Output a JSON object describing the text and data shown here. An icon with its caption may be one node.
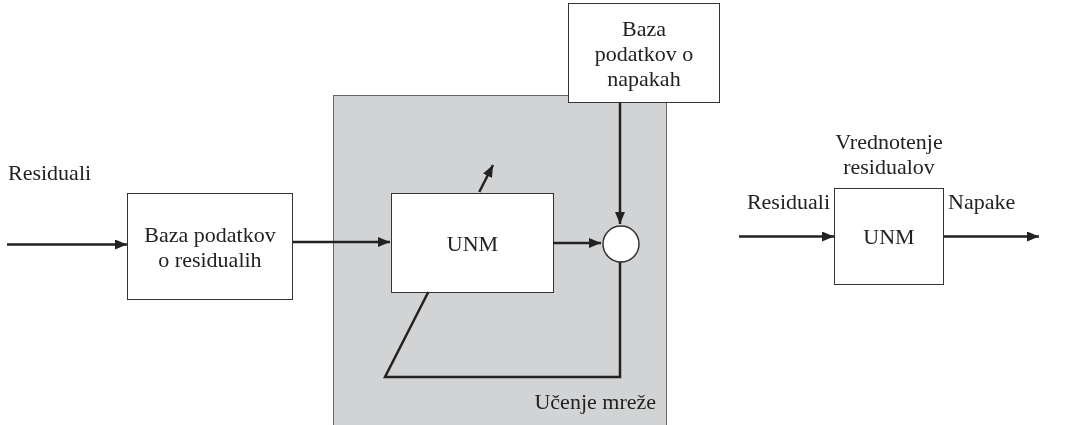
{
  "diagram": {
    "nodes": [
      {
        "text": [
          "Baza podatkov o residualih"
        ]
      },
      {
        "text": [
          "Učenje mreže"
        ]
      },
      {
        "text": [
          "UNM"
        ],
        "in": 1
      },
      {
        "text": [],
        "shape": "circle",
        "in": 1
      },
      {
        "text": [
          "Baza podatkov o napakah"
        ]
      },
      {
        "text": [
          "Vrednotenje residualov",
          "UNM"
        ]
      }
    ],
    "edges": [
      {
        "from": null,
        "to": 0,
        "arrow": "to",
        "label": "Residuali"
      },
      {
        "from": 0,
        "to": 2,
        "arrow": "to"
      },
      {
        "from": 2,
        "to": 3,
        "arrow": "to"
      },
      {
        "from": 4,
        "to": 3,
        "arrow": "to"
      },
      {
        "from": 3,
        "to": 2,
        "arrow": "none"
      },
      {
        "from": null,
        "to": 5,
        "arrow": "to",
        "label": "Residuali"
      },
      {
        "from": 5,
        "to": null,
        "arrow": "to",
        "label": "Napake"
      }
    ]
  }
}
